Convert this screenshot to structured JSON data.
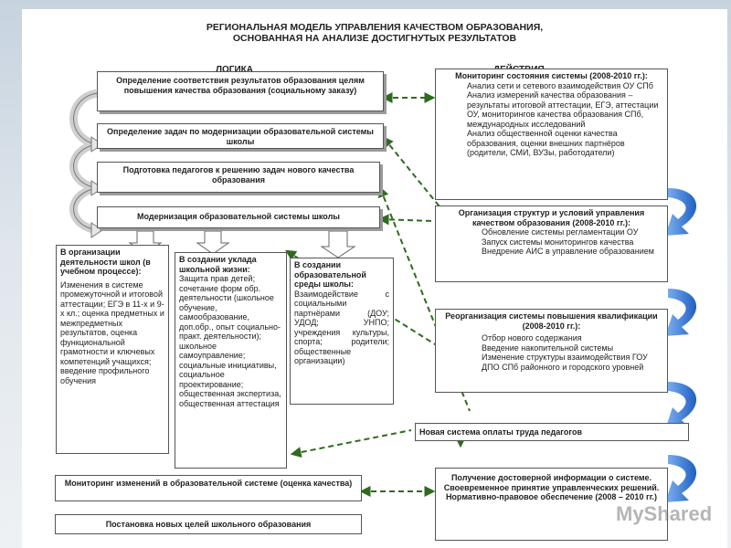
{
  "title": {
    "line1": "РЕГИОНАЛЬНАЯ МОДЕЛЬ УПРАВЛЕНИЯ КАЧЕСТВОМ ОБРАЗОВАНИЯ,",
    "line2": "ОСНОВАННАЯ НА АНАЛИЗЕ ДОСТИГНУТЫХ РЕЗУЛЬТАТОВ"
  },
  "columns": {
    "logic": "ЛОГИКА",
    "actions": "ДЕЙСТВИЯ"
  },
  "logic": {
    "step1": "Определение соответствия результатов образования целям повышения качества образования (социальному заказу)",
    "step2": "Определение задач по модернизации образовательной системы школы",
    "step3": "Подготовка педагогов к решению задач нового качества образования",
    "step4": "Модернизация образовательной системы школы"
  },
  "areas": {
    "activity": {
      "title": "В организации деятельности школ (в учебном процессе):",
      "text": "Изменения в системе промежуточной и итоговой аттестации; ЕГЭ в 11-х и 9-х кл.; оценка предметных и межпредметных результатов, оценка функциональной грамотности и ключевых компетенций учащихся; введение профильного обучения"
    },
    "lifestyle": {
      "title": "В создании уклада школьной жизни:",
      "text": "Защита прав детей; сочетание форм обр. деятельности (школьное обучение, самообразование, доп.обр., опыт социально-практ. деятельности); школьное самоуправление; социальные инициативы, социальное проектирование; общественная экспертиза, общественная аттестация"
    },
    "environment": {
      "title": "В создании образовательной среды школы:",
      "text": "Взаимодействие с социальными партнёрами (ДОУ; УДОД; УНПО; учреждения культуры, спорта; родители; общественные организации)"
    }
  },
  "bottom": {
    "monitoring": "Мониторинг изменений в образовательной системе (оценка качества)",
    "new_goals": "Постановка новых целей школьного образования"
  },
  "actions": {
    "monitoring_state": {
      "title": "Мониторинг состояния системы (2008-2010 гг.):",
      "items": [
        "Анализ сети и сетевого взаимодействия ОУ СПб",
        "Анализ измерений качества образования – результаты итоговой аттестации, ЕГЭ, аттестации ОУ, мониторингов качества образования СПб, международных исследований",
        "Анализ общественной оценки качества образования, оценки внешних партнёров (родители, СМИ, ВУЗы, работодатели)"
      ]
    },
    "structures": {
      "title": "Организация структур и условий управления качеством образования (2008-2010 гг.):",
      "items": [
        "Обновление системы регламентации ОУ",
        "Запуск системы мониторингов качества",
        "Внедрение АИС в управление образованием"
      ]
    },
    "qualification": {
      "title": "Реорганизация системы повышения квалификации (2008-2010 гг.):",
      "items": [
        "Отбор нового содержания",
        "Введение накопительной системы",
        "Изменение структуры взаимодействия ГОУ ДПО СПб районного и городского уровней"
      ]
    },
    "pay": "Новая система оплаты труда педагогов",
    "info": {
      "line1": "Получение достоверной информации о системе.",
      "line2": "Своевременное принятие управленческих решений.",
      "line3": "Нормативно-правовое обеспечение (2008 – 2010 гг.)"
    }
  },
  "watermark": "MyShared",
  "colors": {
    "arrow_green": "#2e6b1e",
    "blue_arrow": "#1f6fd1",
    "box_border": "#555555",
    "shadow": "#9a9a9a"
  }
}
